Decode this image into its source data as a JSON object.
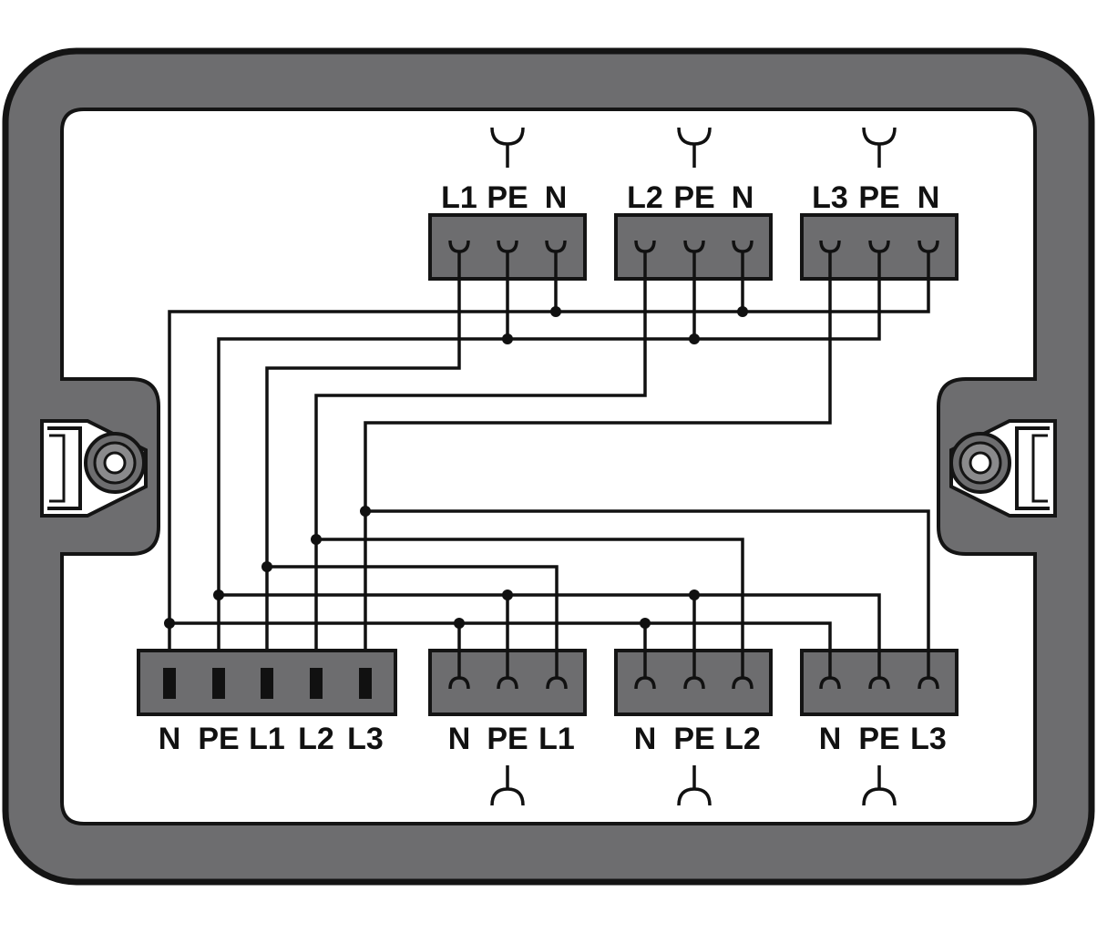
{
  "colors": {
    "housing": "#6d6d6f",
    "outline": "#141414",
    "panel": "#ffffff",
    "wire": "#111111",
    "block": "#6d6d6f"
  },
  "top_connectors": [
    {
      "id": "top-1",
      "pins": [
        "L1",
        "PE",
        "N"
      ],
      "symbol": "socket-icon"
    },
    {
      "id": "top-2",
      "pins": [
        "L2",
        "PE",
        "N"
      ],
      "symbol": "socket-icon"
    },
    {
      "id": "top-3",
      "pins": [
        "L3",
        "PE",
        "N"
      ],
      "symbol": "socket-icon"
    }
  ],
  "input_connector": {
    "id": "input",
    "pins": [
      "N",
      "PE",
      "L1",
      "L2",
      "L3"
    ]
  },
  "bottom_connectors": [
    {
      "id": "bottom-1",
      "pins": [
        "N",
        "PE",
        "L1"
      ],
      "symbol": "plug-icon"
    },
    {
      "id": "bottom-2",
      "pins": [
        "N",
        "PE",
        "L2"
      ],
      "symbol": "plug-icon"
    },
    {
      "id": "bottom-3",
      "pins": [
        "N",
        "PE",
        "L3"
      ],
      "symbol": "plug-icon"
    }
  ]
}
